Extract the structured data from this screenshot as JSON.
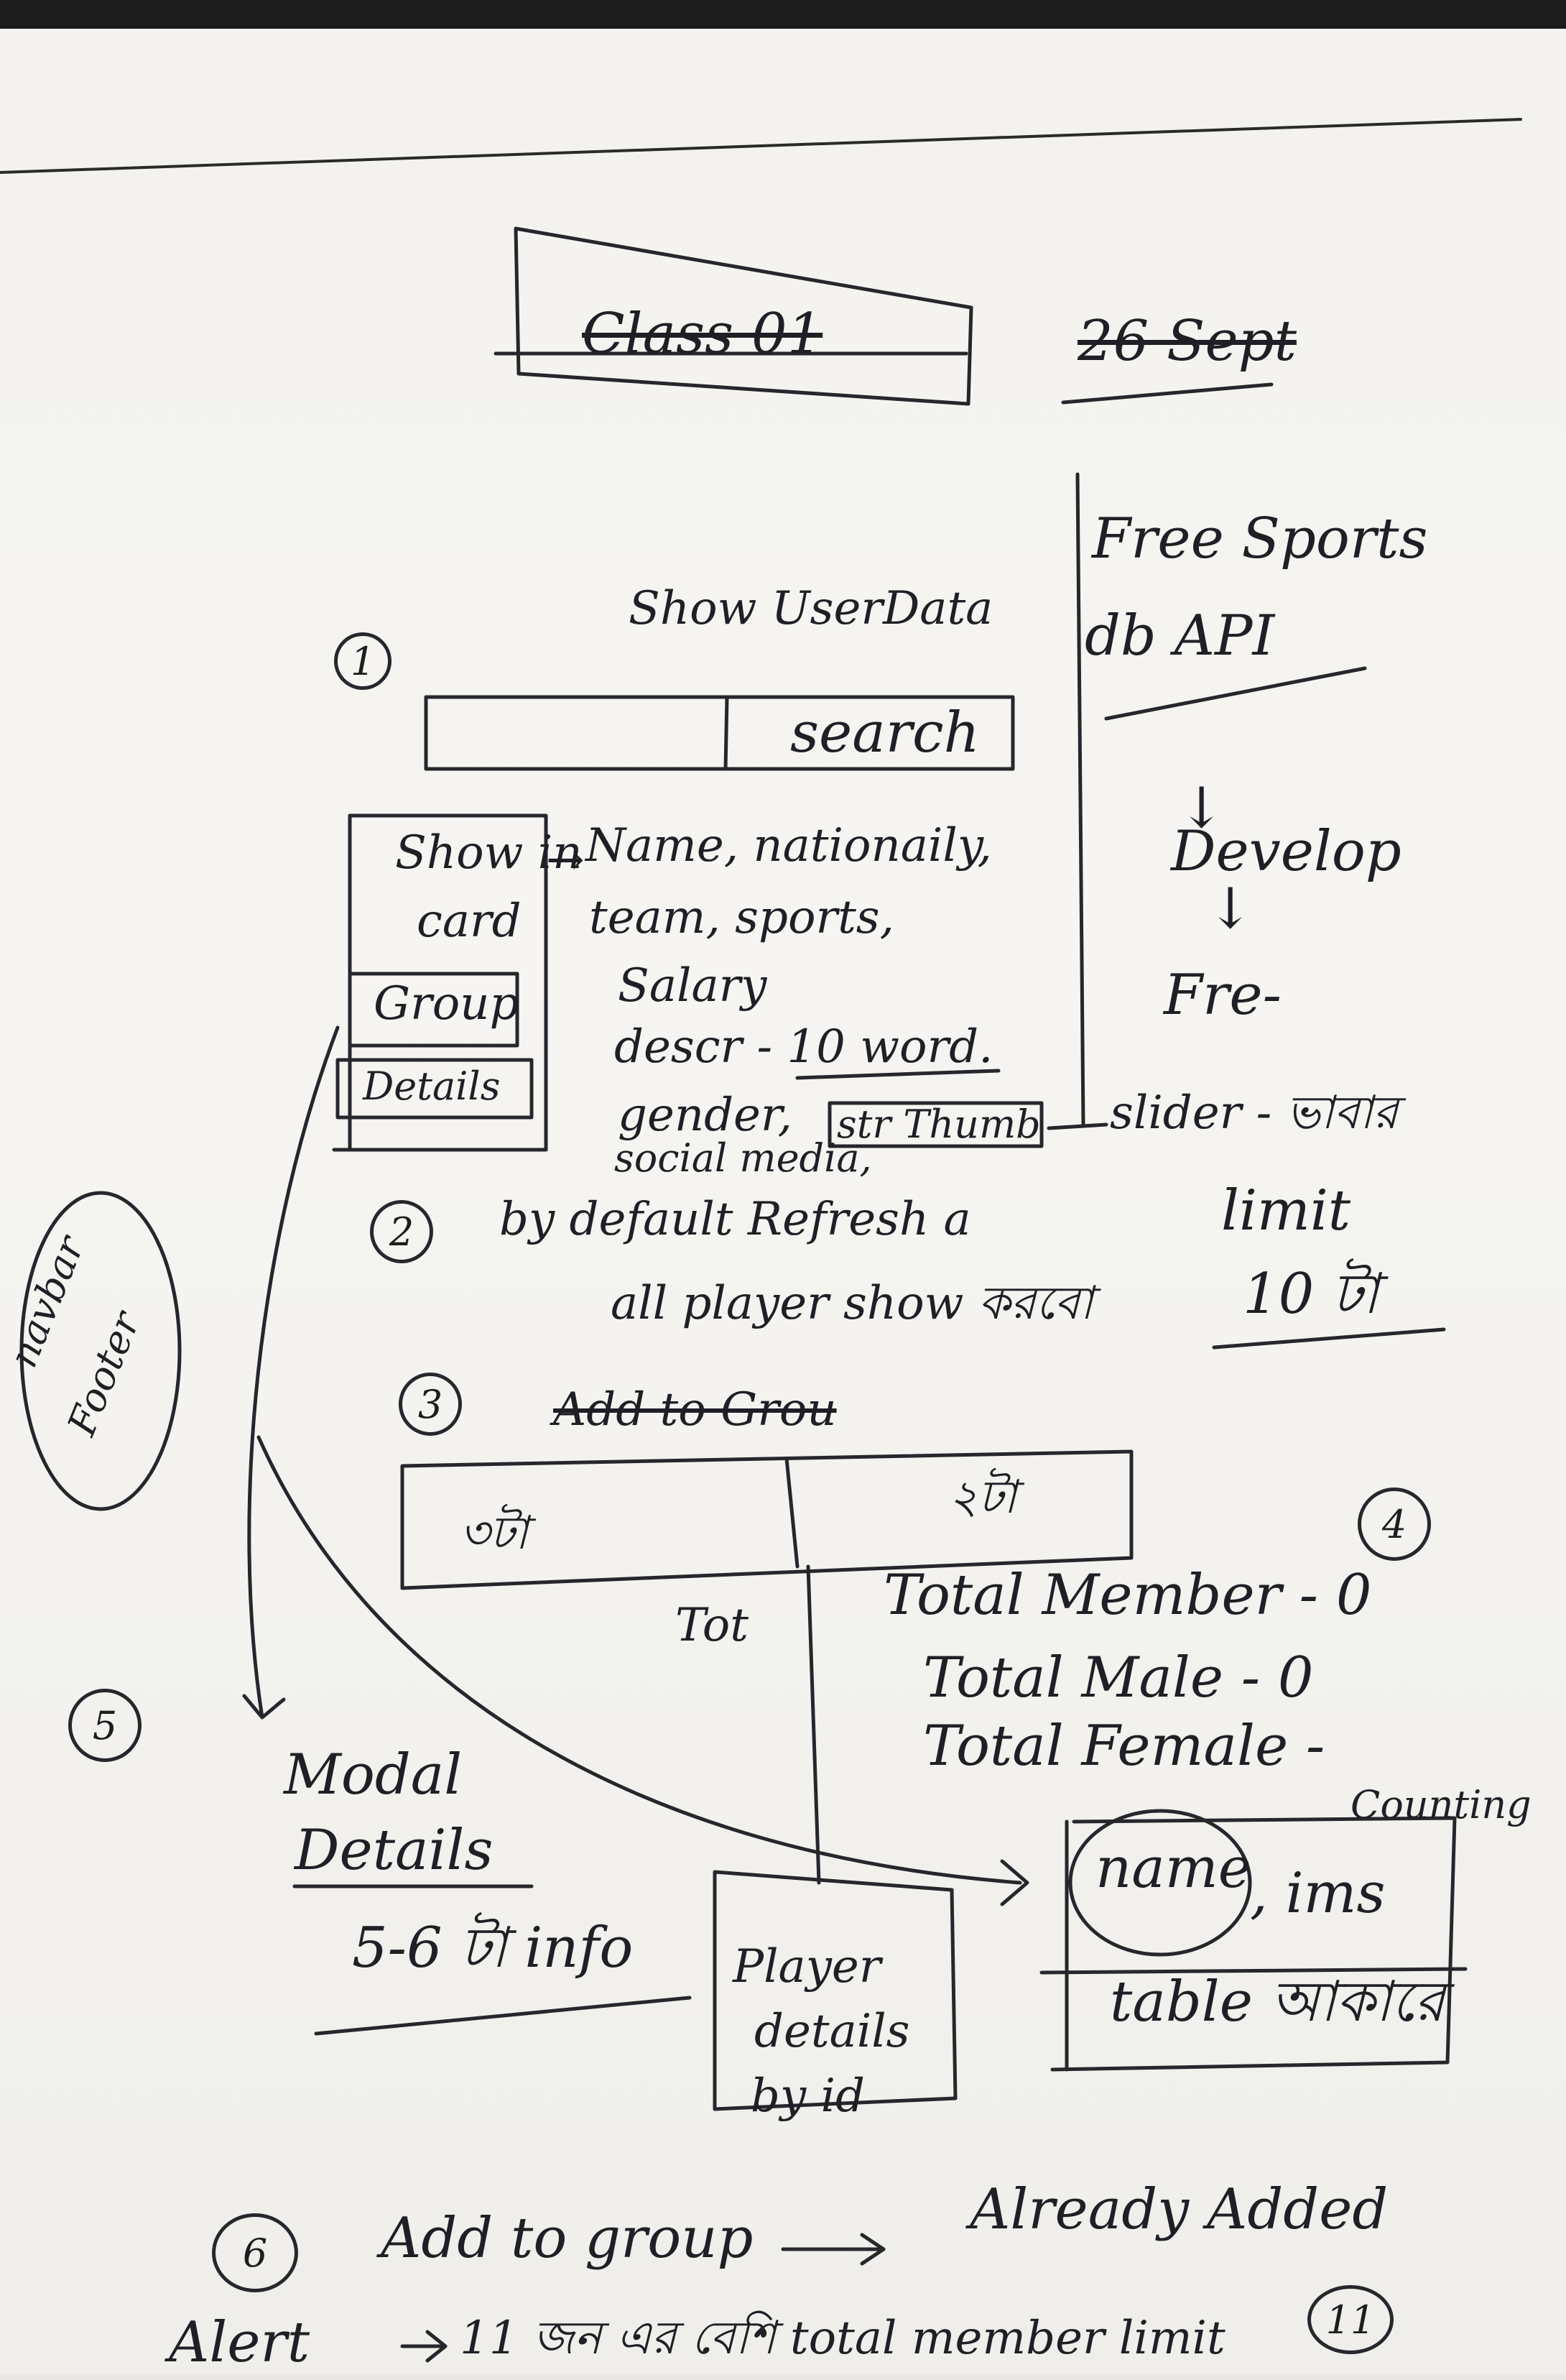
{
  "header": {
    "class_title": "Class 01",
    "date": "26 Sept"
  },
  "section1": {
    "number": "1",
    "title": "Show UserData",
    "search_label": "search",
    "card_label_line1": "Show in",
    "card_label_line2": "card",
    "group_button": "Group",
    "details_button": "Details",
    "fields": [
      "Name, nationaily,",
      "team, sports,",
      "Salary",
      "descr - 10 word.",
      "gender,",
      "social media,"
    ],
    "thumb_box": "str Thumb",
    "slider_note": "slider - ভাবার"
  },
  "sidebar": {
    "api_line1": "Free Sports",
    "api_line2": "db API",
    "develop": "Develop",
    "free": "Fre-",
    "limit_line1": "limit",
    "limit_line2": "10 টা"
  },
  "section2": {
    "number": "2",
    "line1": "by default Refresh a",
    "line2": "all player show করবো"
  },
  "navbar_note": {
    "line1": "navbar",
    "line2": "Footer"
  },
  "section3": {
    "number": "3",
    "title": "Add to Grou",
    "left_col": "৩টা",
    "right_col": "২টা",
    "tot_label": "Tot"
  },
  "section4": {
    "number": "4",
    "total_member": "Total Member - 0",
    "total_male": "Total Male - 0",
    "total_female": "Total Female -",
    "counting": "Counting",
    "name_label": "name",
    "ims": ", ims",
    "table": "table আকারে"
  },
  "section5": {
    "number": "5",
    "modal_line1": "Modal",
    "modal_line2": "Details",
    "info": "5-6 টা info",
    "player_box_line1": "Player",
    "player_box_line2": "details",
    "player_box_line3": "by id"
  },
  "section6": {
    "number": "6",
    "add_to_group": "Add to group",
    "already_added": "Already Added",
    "alert": "Alert",
    "limit_text": "11 জন এর বেশি total member limit",
    "limit_count": "11"
  }
}
